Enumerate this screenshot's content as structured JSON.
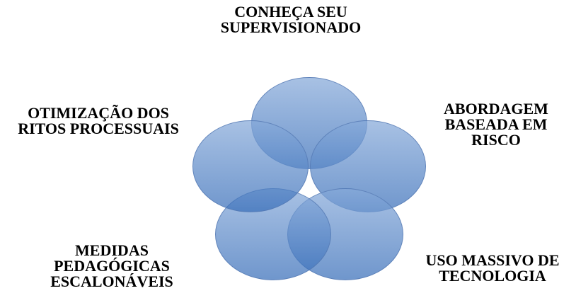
{
  "diagram": {
    "type": "venn-5-circle",
    "background": "#ffffff",
    "text_color": "#000000",
    "circle_style": {
      "base_color": "#4f81bd",
      "fill_top": "rgba(134,169,217,0.72)",
      "fill_bottom": "rgba(56,110,185,0.72)",
      "border": "rgba(84,120,178,0.75)"
    },
    "items": [
      {
        "id": "top",
        "label": "CONHEÇA SEU\nSUPERVISIONADO"
      },
      {
        "id": "right",
        "label": "ABORDAGEM\nBASEADA EM\nRISCO"
      },
      {
        "id": "bottom-right",
        "label": "USO MASSIVO DE\nTECNOLOGIA"
      },
      {
        "id": "bottom-left",
        "label": "MEDIDAS\nPEDAGÓGICAS\nESCALONÁVEIS"
      },
      {
        "id": "left",
        "label": "OTIMIZAÇÃO DOS\nRITOS PROCESSUAIS"
      }
    ]
  }
}
